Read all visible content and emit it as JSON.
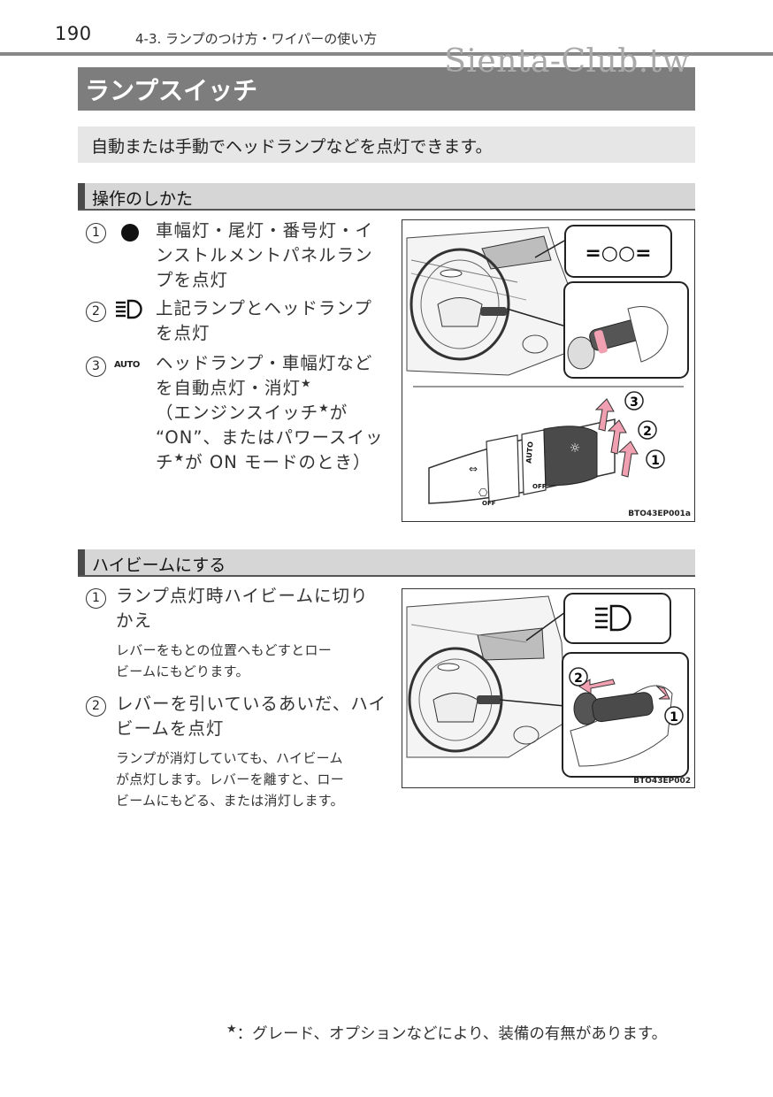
{
  "header": {
    "page_number": "190",
    "running_head": "4-3. ランプのつけ方・ワイパーの使い方",
    "watermark": "Sienta-Club.tw"
  },
  "title": "ランプスイッチ",
  "intro": "自動または手動でヘッドランプなどを点灯できます。",
  "section1": {
    "heading": "操作のしかた",
    "items": [
      {
        "number": "1",
        "icon": "dot-icon",
        "lines": [
          "車幅灯・尾灯・番号灯・イ",
          "ンストルメントパネルラン",
          "プを点灯"
        ]
      },
      {
        "number": "2",
        "icon": "headlamp-icon",
        "lines": [
          "上記ランプとヘッドランプ",
          "を点灯"
        ]
      },
      {
        "number": "3",
        "icon_label": "AUTO",
        "lines": [
          "ヘッドランプ・車幅灯など",
          "を自動点灯・消灯",
          "（エンジンスイッチ",
          "が",
          "“ON”、またはパワースイッ",
          "チ",
          "が ON モードのとき）"
        ]
      }
    ],
    "star": "★",
    "figure": {
      "code": "BTO43EP001a",
      "labels": [
        "1",
        "2",
        "3",
        "AUTO",
        "OFF",
        "OFF"
      ]
    }
  },
  "section2": {
    "heading": "ハイビームにする",
    "items": [
      {
        "number": "1",
        "lines": [
          "ランプ点灯時ハイビームに切り",
          "かえ"
        ],
        "sub": [
          "レバーをもとの位置へもどすとロー",
          "ビームにもどります。"
        ]
      },
      {
        "number": "2",
        "lines": [
          "レバーを引いているあいだ、ハイ",
          "ビームを点灯"
        ],
        "sub": [
          "ランプが消灯していても、ハイビーム",
          "が点灯します。レバーを離すと、ロー",
          "ビームにもどる、または消灯します。"
        ]
      }
    ],
    "figure": {
      "code": "BTO43EP002",
      "labels": [
        "2",
        "1"
      ]
    }
  },
  "footnote": {
    "star": "★",
    "text": "：グレード、オプションなどにより、装備の有無があります。"
  },
  "colors": {
    "title_bar": "#7d7d7d",
    "intro_box": "#e6e6e6",
    "section_bar": "#d6d6d6",
    "arrow_pink": "#f0a0b0"
  }
}
